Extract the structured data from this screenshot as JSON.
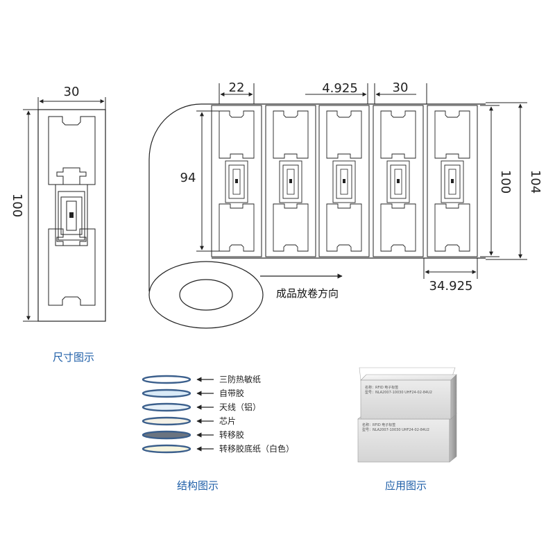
{
  "dimension_view": {
    "single_label": {
      "width": "30",
      "height": "100"
    },
    "roll": {
      "inlay_width": "22",
      "gap": "4.925",
      "label_width": "30",
      "inlay_height": "94",
      "label_height": "100",
      "liner_height": "104",
      "pitch": "34.925",
      "direction_text": "成品放卷方向"
    },
    "caption": "尺寸图示"
  },
  "structure_view": {
    "layers": [
      {
        "label": "三防热敏纸",
        "fill": "#ffffff"
      },
      {
        "label": "自带胶",
        "fill": "#d9eaf7"
      },
      {
        "label": "天线（铝）",
        "fill": "#e6f0f8"
      },
      {
        "label": "芯片",
        "fill": "#f4f1e6"
      },
      {
        "label": "转移胶",
        "fill": "#6b7480"
      },
      {
        "label": "转移胶底纸（白色）",
        "fill": "#f7f5df"
      }
    ],
    "ring_color": "#3b5f8c",
    "caption": "结构图示"
  },
  "application_view": {
    "box_top_text": "名称：RFID 电子标签",
    "box_top_spec": "型号：NLA2007-10030 UHF24-02-84U2",
    "box_bottom_text": "名称：RFID 电子标签",
    "box_bottom_spec": "型号：NLA2007-10030 UHF24-02-84U2",
    "caption": "应用图示"
  }
}
